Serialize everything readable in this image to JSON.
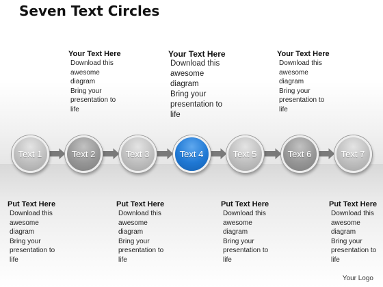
{
  "title": "Seven Text Circles",
  "circles": [
    {
      "label": "Text 1",
      "style": "light"
    },
    {
      "label": "Text 2",
      "style": "dark"
    },
    {
      "label": "Text 3",
      "style": "light"
    },
    {
      "label": "Text 4",
      "style": "blue"
    },
    {
      "label": "Text 5",
      "style": "light"
    },
    {
      "label": "Text 6",
      "style": "dark"
    },
    {
      "label": "Text 7",
      "style": "light"
    }
  ],
  "text_blocks": [
    {
      "heading": "Put Text Here",
      "lines": [
        "Download this",
        "awesome",
        "diagram",
        "Bring your",
        "presentation to",
        "life"
      ]
    },
    {
      "heading": "Your Text Here",
      "lines": [
        "Download this",
        "awesome",
        "diagram",
        "Bring your",
        "presentation to",
        "life"
      ]
    },
    {
      "heading": "Put Text Here",
      "lines": [
        "Download this",
        "awesome",
        "diagram",
        "Bring your",
        "presentation to",
        "life"
      ]
    },
    {
      "heading": "Your Text Here",
      "lines": [
        "Download this",
        "awesome",
        "diagram",
        "Bring your",
        "presentation to",
        "life"
      ]
    },
    {
      "heading": "Put Text Here",
      "lines": [
        "Download this",
        "awesome",
        "diagram",
        "Bring your",
        "presentation to",
        "life"
      ]
    },
    {
      "heading": "Your Text Here",
      "lines": [
        "Download this",
        "awesome",
        "diagram",
        "Bring your",
        "presentation to",
        "life"
      ]
    },
    {
      "heading": "Put Text Here",
      "lines": [
        "Download this",
        "awesome",
        "diagram",
        "Bring your",
        "presentation to",
        "life"
      ]
    }
  ],
  "logo": "Your Logo",
  "colors": {
    "highlight": "#1f78d4",
    "circle_light": "#bfbfbf",
    "circle_dark": "#969696",
    "connector": "#7a7a7a"
  }
}
